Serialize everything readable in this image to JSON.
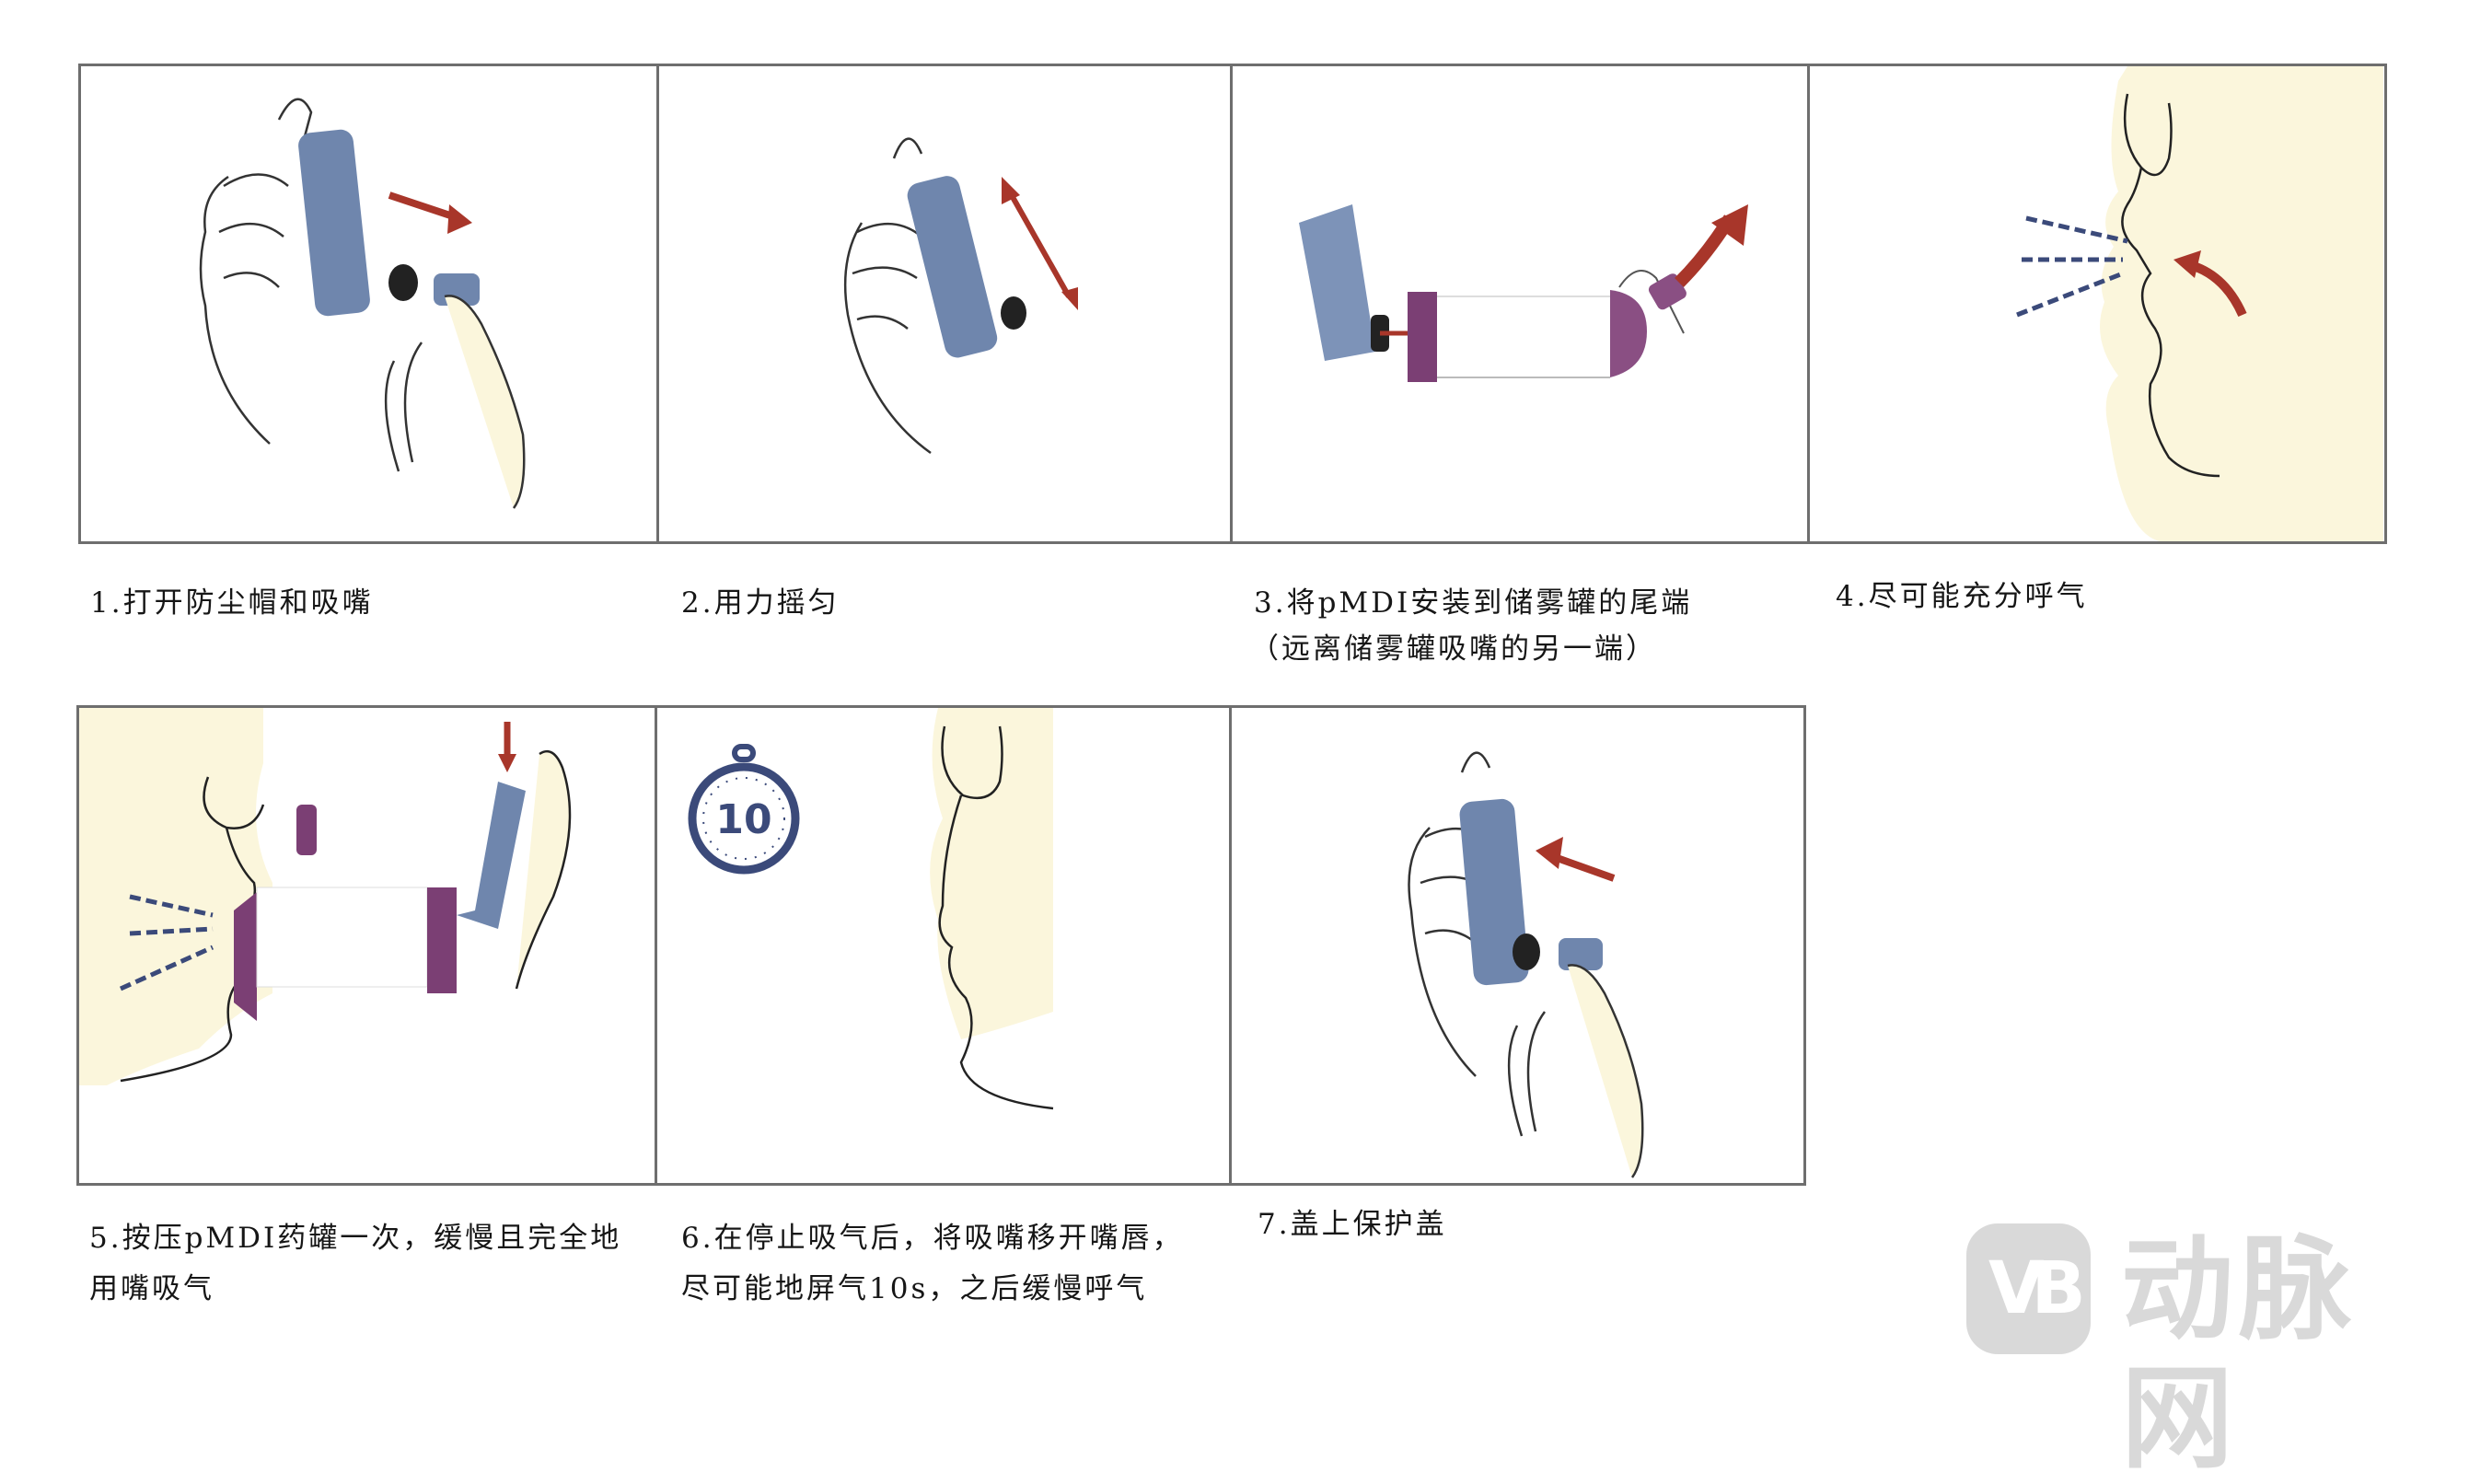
{
  "steps": [
    {
      "number": "1",
      "lines": [
        "1.打开防尘帽和吸嘴"
      ],
      "illustration": "hand-removing-inhaler-cap"
    },
    {
      "number": "2",
      "lines": [
        "2.用力摇匀"
      ],
      "illustration": "hand-shaking-inhaler"
    },
    {
      "number": "3",
      "lines": [
        "3.将pMDI安装到储雾罐的尾端",
        "（远离储雾罐吸嘴的另一端）"
      ],
      "illustration": "inhaler-attached-to-spacer"
    },
    {
      "number": "4",
      "lines": [
        "4.尽可能充分呼气"
      ],
      "illustration": "face-exhaling"
    },
    {
      "number": "5",
      "lines": [
        "5.按压pMDI药罐一次，缓慢且完全地",
        "用嘴吸气"
      ],
      "illustration": "face-inhaling-through-spacer"
    },
    {
      "number": "6",
      "lines": [
        "6.在停止吸气后，将吸嘴移开嘴唇，",
        "尽可能地屏气10s，之后缓慢呼气"
      ],
      "illustration": "face-holding-breath-timer"
    },
    {
      "number": "7",
      "lines": [
        "7.盖上保护盖"
      ],
      "illustration": "hand-replacing-inhaler-cap"
    }
  ],
  "timer": {
    "value": "10"
  },
  "watermark": {
    "badge": "VB",
    "text": "动脉网"
  },
  "colors": {
    "inhaler_blue": "#6f86ad",
    "spacer_purple": "#7b3f74",
    "arrow_red": "#a8362a",
    "breath_dash": "#3b4a7a",
    "skin": "#fbf6dc",
    "border": "#6e6e6e",
    "watermark_gray": "#d9d9d9"
  }
}
